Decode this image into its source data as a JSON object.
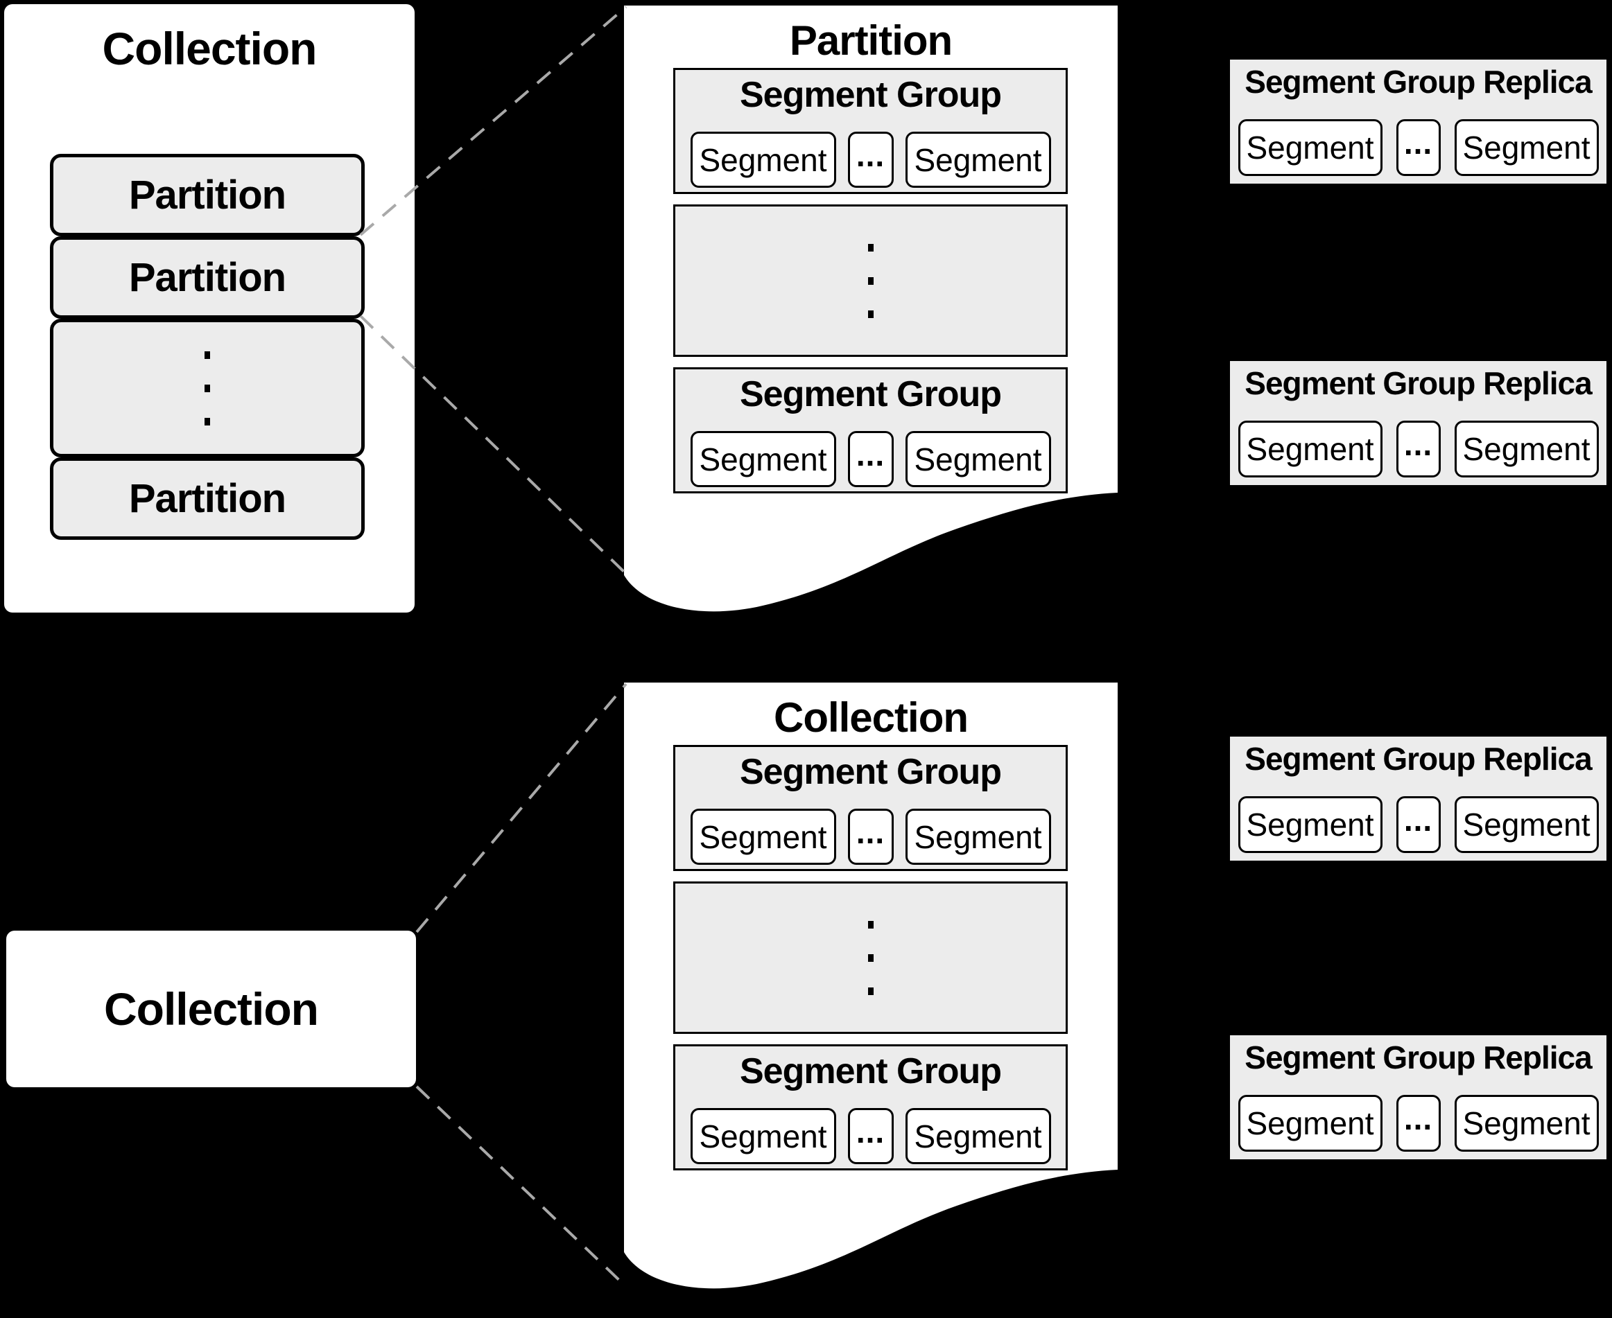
{
  "colors": {
    "background": "#000000",
    "surface": "#ffffff",
    "panel_fill": "#ececec",
    "border": "#000000",
    "connector": "#a9a9a9"
  },
  "top_left_collection": {
    "title": "Collection",
    "partitions": [
      {
        "label": "Partition"
      },
      {
        "label": "Partition"
      },
      {
        "label": "Partition"
      }
    ],
    "more_indicator": "⋮"
  },
  "partition_page": {
    "title": "Partition",
    "segment_groups": [
      {
        "title": "Segment Group",
        "segments": [
          "Segment",
          "...",
          "Segment"
        ]
      },
      {
        "title": "Segment Group",
        "segments": [
          "Segment",
          "...",
          "Segment"
        ]
      }
    ],
    "more_indicator": "⋮"
  },
  "bottom_left_collection": {
    "title": "Collection"
  },
  "collection_page": {
    "title": "Collection",
    "segment_groups": [
      {
        "title": "Segment Group",
        "segments": [
          "Segment",
          "...",
          "Segment"
        ]
      },
      {
        "title": "Segment Group",
        "segments": [
          "Segment",
          "...",
          "Segment"
        ]
      }
    ],
    "more_indicator": "⋮"
  },
  "replicas": [
    {
      "title": "Segment Group Replica",
      "segments": [
        "Segment",
        "...",
        "Segment"
      ]
    },
    {
      "title": "Segment Group Replica",
      "segments": [
        "Segment",
        "...",
        "Segment"
      ]
    },
    {
      "title": "Segment Group Replica",
      "segments": [
        "Segment",
        "...",
        "Segment"
      ]
    },
    {
      "title": "Segment Group Replica",
      "segments": [
        "Segment",
        "...",
        "Segment"
      ]
    }
  ]
}
